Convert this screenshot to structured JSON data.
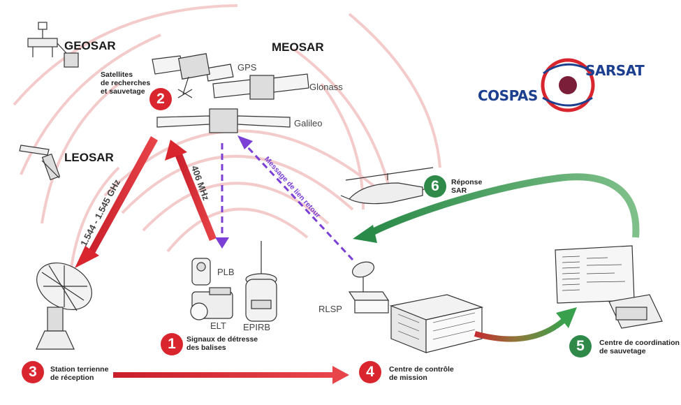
{
  "satellites": {
    "geosar": "GEOSAR",
    "meosar": "MEOSAR",
    "leosar": "LEOSAR",
    "gps": "GPS",
    "glonass": "Glonass",
    "galileo": "Galileo",
    "sar_satellites_line1": "Satellites",
    "sar_satellites_line2": "de recherches",
    "sar_satellites_line3": "et sauvetage"
  },
  "links": {
    "downlink_freq": "1.544 - 1.545 GHz",
    "uplink_freq": "406 MHz",
    "return_link": "Message de lien retour"
  },
  "beacons": {
    "plb": "PLB",
    "elt": "ELT",
    "epirb": "EPIRB",
    "distress_line1": "Signaux de détresse",
    "distress_line2": "des balises"
  },
  "stations": {
    "rlsp": "RLSP",
    "ground_line1": "Station terrienne",
    "ground_line2": "de réception",
    "mcc_line1": "Centre de contrôle",
    "mcc_line2": "de mission",
    "rcc_line1": "Centre de coordination",
    "rcc_line2": "de sauvetage",
    "sar_line1": "Réponse",
    "sar_line2": "SAR"
  },
  "steps": [
    "1",
    "2",
    "3",
    "4",
    "5",
    "6"
  ],
  "logo": {
    "left": "COSPAS",
    "right": "SARSAT"
  },
  "colors": {
    "red": "#d9262e",
    "green": "#2f8a4a",
    "purple": "#7b3fd6",
    "logo_blue": "#1c3f8f"
  }
}
